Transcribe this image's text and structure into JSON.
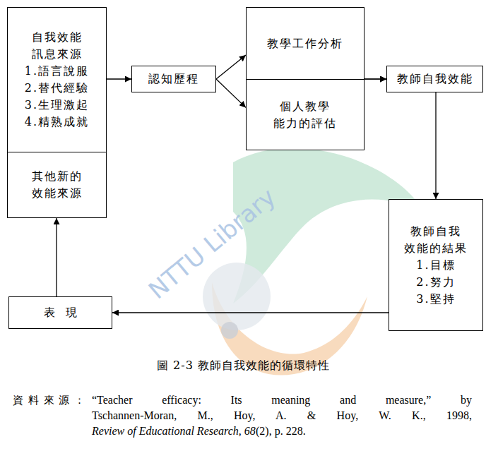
{
  "diagram": {
    "caption": "圖 2-3 教師自我效能的循環特性",
    "nodes": [
      {
        "text": [
          "自我效能 訊息來源",
          "1.語言說服",
          "2.替代經驗",
          "3.生理激起",
          "4.精熟成就"
        ]
      },
      {
        "text": [
          "其他新的 效能來源"
        ]
      },
      {
        "text": [
          "認知歷程"
        ]
      },
      {
        "text": [
          "教學工作分析"
        ]
      },
      {
        "text": [
          "個人教學 能力的評估"
        ]
      },
      {
        "text": [
          "教師自我效能"
        ]
      },
      {
        "text": [
          "教師自我 效能的結果",
          "1.目標",
          "2.努力",
          "3.堅持"
        ]
      },
      {
        "text": [
          "表 現"
        ]
      }
    ],
    "edges": [
      {
        "from": 0,
        "to": 2,
        "arrow": "to"
      },
      {
        "from": 2,
        "to": 3,
        "arrow": "to"
      },
      {
        "from": 2,
        "to": 4,
        "arrow": "to"
      },
      {
        "from": 3,
        "to": 5,
        "arrow": "to"
      },
      {
        "from": 4,
        "to": 5,
        "arrow": "to"
      },
      {
        "from": 5,
        "to": 6,
        "arrow": "to"
      },
      {
        "from": 6,
        "to": 7,
        "arrow": "to"
      },
      {
        "from": 7,
        "to": 1,
        "arrow": "to"
      }
    ],
    "labels": [
      "NTTU Library",
      "資 料 來 源 ：",
      "“Teacher efficacy: Its meaning and measure,” by",
      "Tschannen-Moran, M., Hoy, A. & Hoy, W. K., 1998,",
      "Review of Educational Research, 68",
      "(2), p. 228."
    ]
  }
}
